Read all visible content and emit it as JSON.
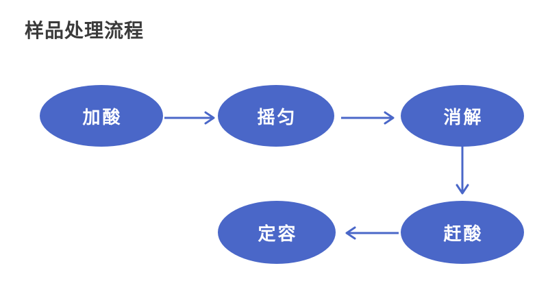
{
  "diagram": {
    "title": "样品处理流程",
    "accent_color": "#4a67c8",
    "title_color": "#3a3a3a",
    "background_color": "#ffffff",
    "node_text_color": "#ffffff",
    "type": "flowchart",
    "nodes": [
      {
        "id": "jiasuan",
        "label": "加酸",
        "shape": "ellipse",
        "row": "top",
        "order": 1
      },
      {
        "id": "yaoyun",
        "label": "摇匀",
        "shape": "ellipse",
        "row": "top",
        "order": 2
      },
      {
        "id": "xiaojie",
        "label": "消解",
        "shape": "ellipse",
        "row": "top",
        "order": 3
      },
      {
        "id": "gansuan",
        "label": "赶酸",
        "shape": "ellipse",
        "row": "bottom",
        "order": 4
      },
      {
        "id": "dingrong",
        "label": "定容",
        "shape": "ellipse",
        "row": "bottom",
        "order": 5
      }
    ],
    "edges": [
      {
        "from": "jiasuan",
        "to": "yaoyun",
        "direction": "right",
        "label": ""
      },
      {
        "from": "yaoyun",
        "to": "xiaojie",
        "direction": "right",
        "label": ""
      },
      {
        "from": "xiaojie",
        "to": "gansuan",
        "direction": "down",
        "label": ""
      },
      {
        "from": "gansuan",
        "to": "dingrong",
        "direction": "left",
        "label": ""
      }
    ]
  }
}
